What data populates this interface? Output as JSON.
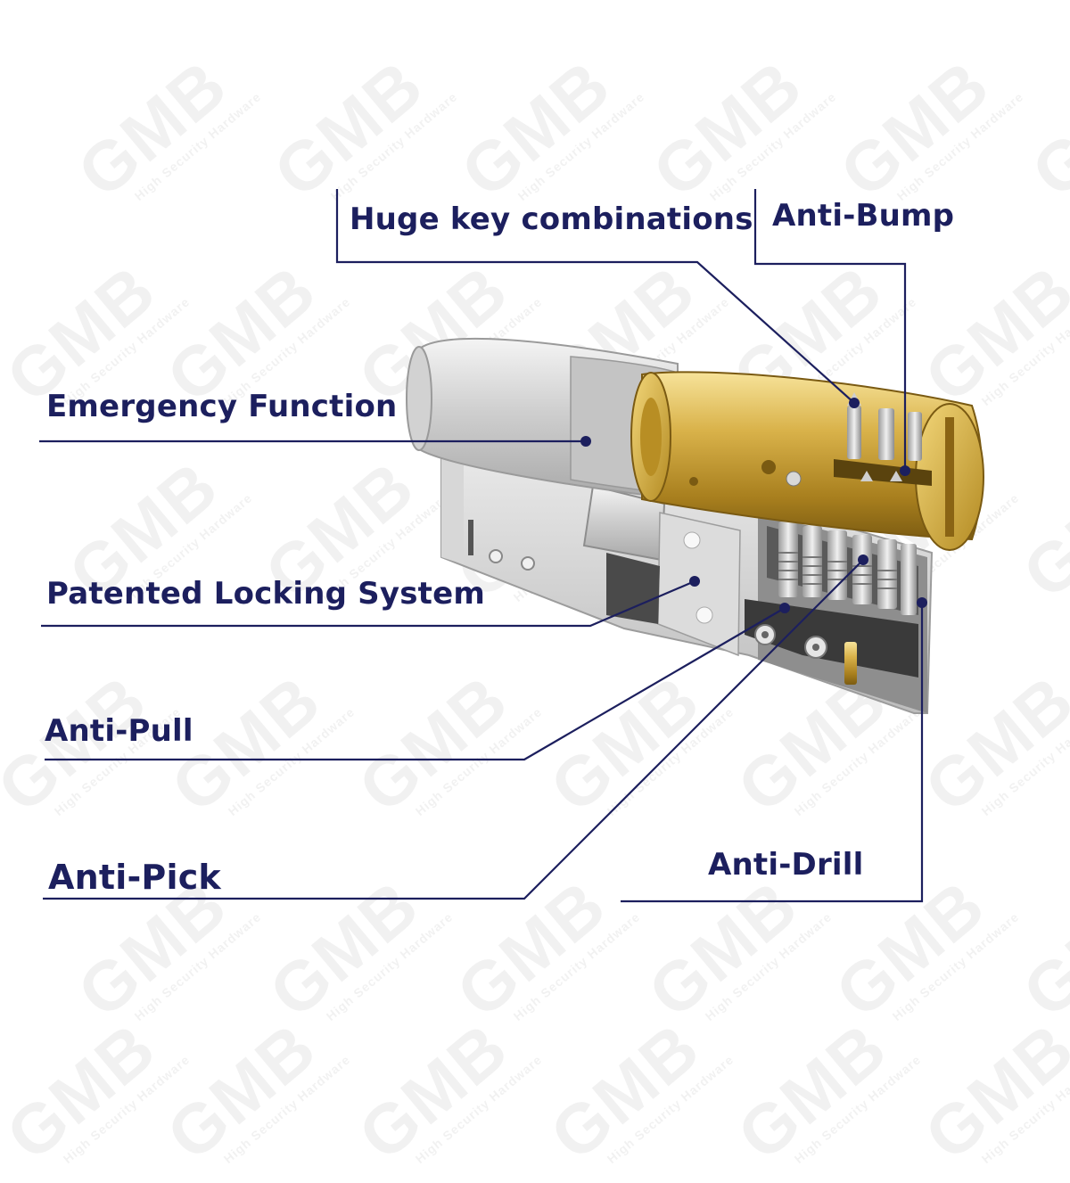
{
  "callouts": {
    "huge_key": "Huge key combinations",
    "anti_bump": "Anti-Bump",
    "emergency": "Emergency Function",
    "patented": "Patented Locking System",
    "anti_pull": "Anti-Pull",
    "anti_pick": "Anti-Pick",
    "anti_drill": "Anti-Drill"
  },
  "watermark": {
    "brand": "GMB",
    "tagline": "High Security Hardware"
  },
  "colors": {
    "label": "#1c1f5e",
    "leader": "#1c1f5e",
    "brass": "#c9a43a",
    "steel": "#c8c8c8"
  }
}
